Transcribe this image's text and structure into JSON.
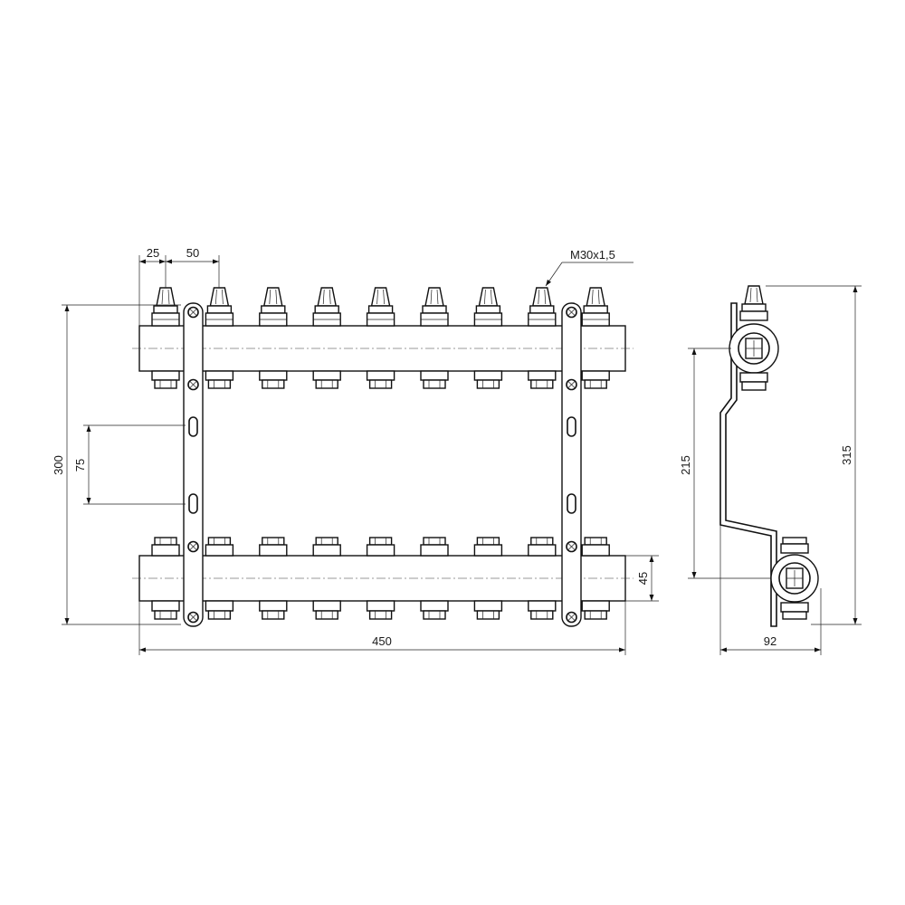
{
  "front_view": {
    "dimensions": {
      "outlet_offset": "25",
      "outlet_pitch": "50",
      "overall_height": "300",
      "bracket_slot_spacing": "75",
      "bar_height": "45",
      "overall_width": "450"
    },
    "thread_callout": "M30x1,5",
    "outlet_count": 9
  },
  "side_view": {
    "dimensions": {
      "axis_distance": "215",
      "overall_height": "315",
      "depth": "92"
    }
  }
}
